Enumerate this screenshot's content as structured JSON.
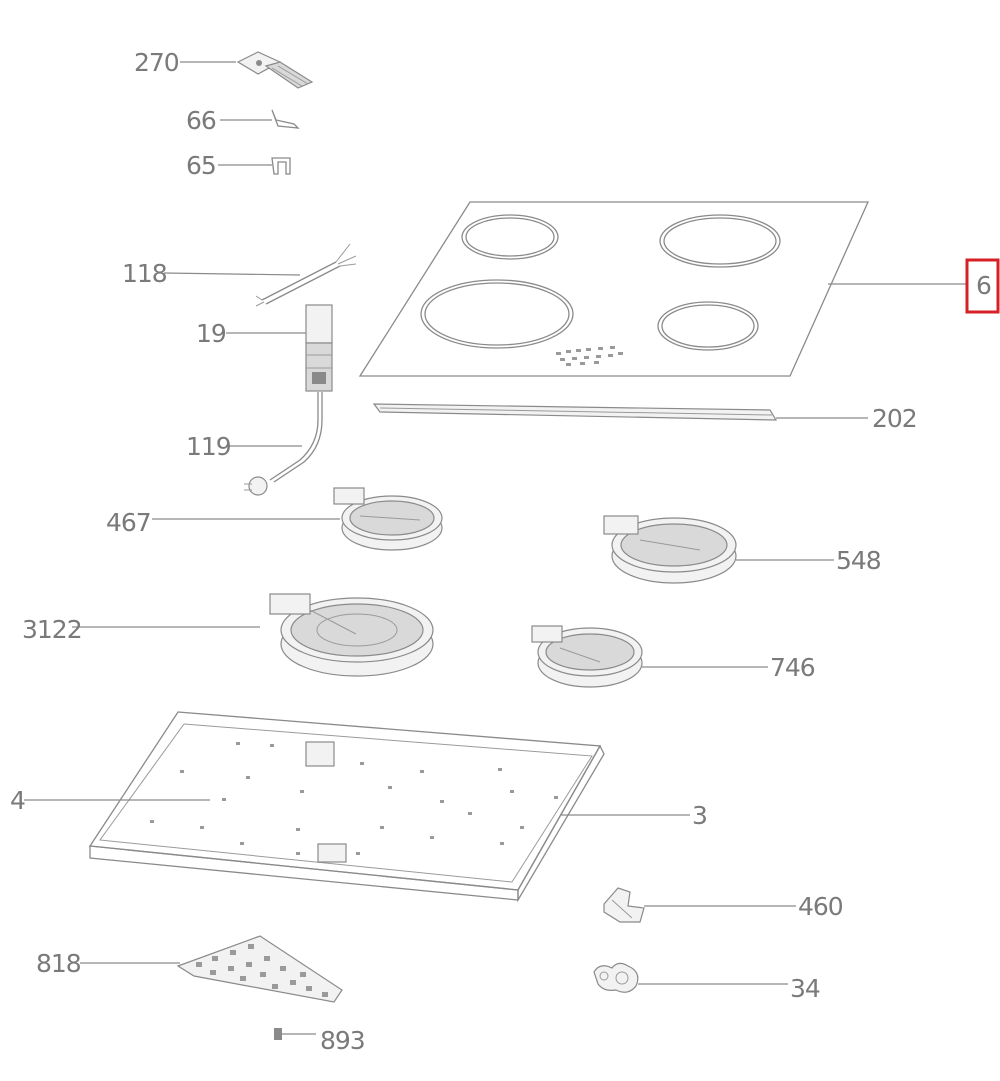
{
  "diagram": {
    "labels": {
      "p270": "270",
      "p66": "66",
      "p65": "65",
      "p118": "118",
      "p19": "19",
      "p119": "119",
      "p6": "6",
      "p202": "202",
      "p467": "467",
      "p548": "548",
      "p3122": "3122",
      "p746": "746",
      "p4": "4",
      "p3": "3",
      "p460": "460",
      "p818": "818",
      "p34": "34",
      "p893": "893"
    },
    "highlighted_part": "6",
    "colors": {
      "line": "#8a8a8a",
      "label": "#7a7a7a",
      "highlight": "#d61f26"
    }
  }
}
